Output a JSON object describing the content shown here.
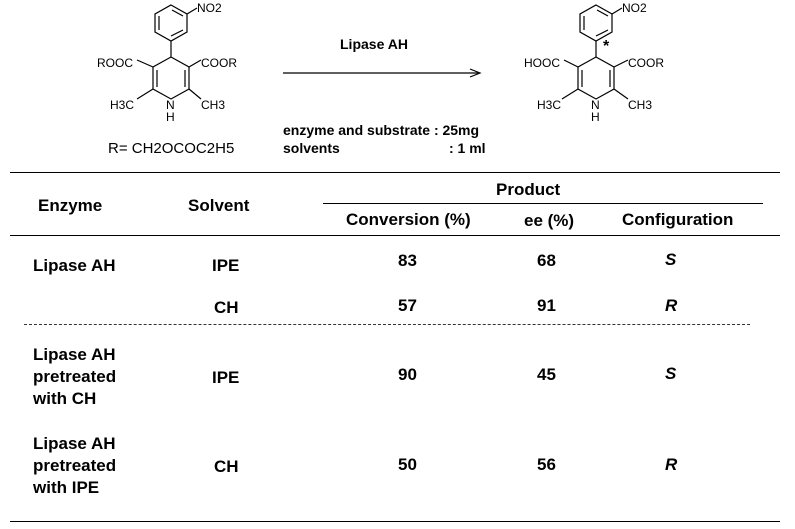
{
  "scheme": {
    "reactant": {
      "nitro": "NO2",
      "left_ester": "ROOC",
      "right_ester": "COOR",
      "left_methyl": "H3C",
      "right_methyl": "CH3",
      "nh_n": "N",
      "nh_h": "H",
      "r_definition": "R= CH2OCOC2H5"
    },
    "arrow": {
      "reagent": "Lipase AH",
      "condition_line1": "enzyme and substrate : 25mg",
      "condition_line2_label": "solvents",
      "condition_line2_value": ": 1 ml"
    },
    "product": {
      "nitro": "NO2",
      "left_acid": "HOOC",
      "right_ester": "COOR",
      "left_methyl": "H3C",
      "right_methyl": "CH3",
      "nh_n": "N",
      "nh_h": "H",
      "stereo_mark": "*"
    }
  },
  "table": {
    "headers": {
      "enzyme": "Enzyme",
      "solvent": "Solvent",
      "product": "Product",
      "conversion": "Conversion (%)",
      "ee": "ee (%)",
      "configuration": "Configuration"
    },
    "rows": [
      {
        "enzyme": "Lipase AH",
        "solvent": "IPE",
        "conversion": "83",
        "ee": "68",
        "configuration": "S"
      },
      {
        "enzyme": "",
        "solvent": "CH",
        "conversion": "57",
        "ee": "91",
        "configuration": "R"
      },
      {
        "enzyme": "Lipase AH pretreated with CH",
        "solvent": "IPE",
        "conversion": "90",
        "ee": "45",
        "configuration": "S"
      },
      {
        "enzyme": "Lipase AH pretreated with IPE",
        "solvent": "CH",
        "conversion": "50",
        "ee": "56",
        "configuration": "R"
      }
    ]
  }
}
